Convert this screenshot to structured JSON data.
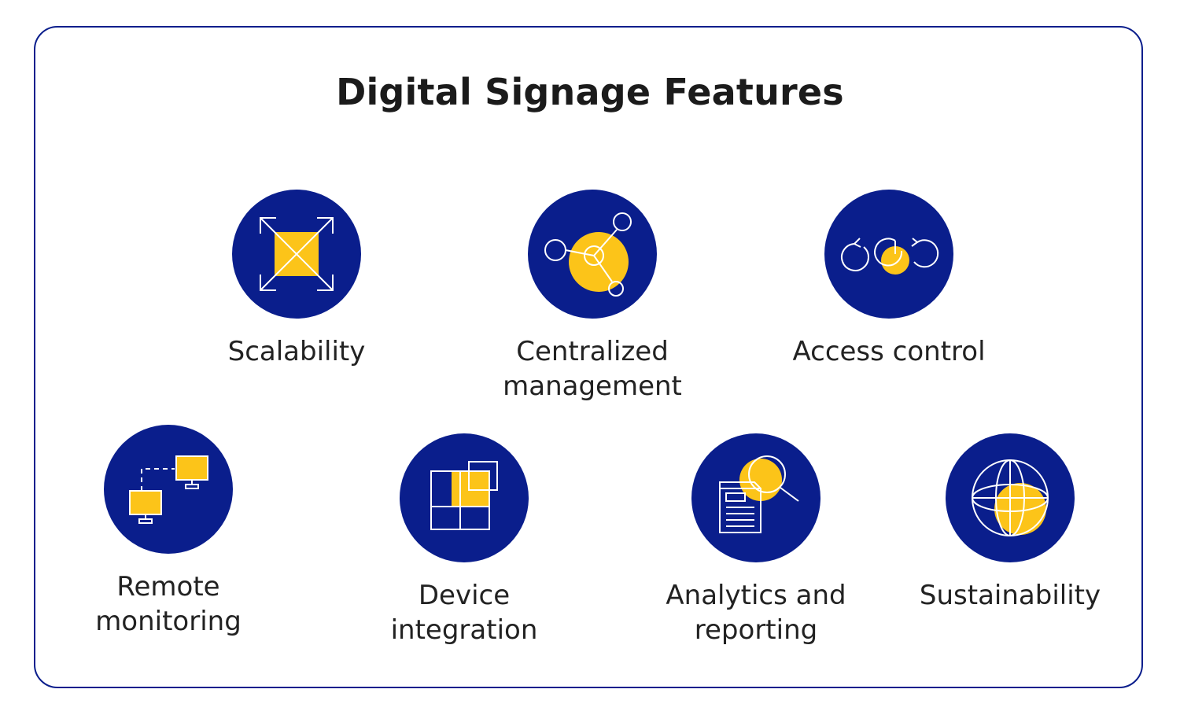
{
  "title": "Digital Signage Features",
  "colors": {
    "circle": "#0a1e8c",
    "accent": "#fcc419",
    "line": "#ffffff",
    "border": "#0a1e8c"
  },
  "features": [
    {
      "label": "Scalability",
      "icon": "expand-arrows-icon"
    },
    {
      "label": "Centralized\nmanagement",
      "icon": "network-nodes-icon"
    },
    {
      "label": "Access control",
      "icon": "rotating-circles-icon"
    },
    {
      "label": "Remote\nmonitoring",
      "icon": "connected-monitors-icon"
    },
    {
      "label": "Device\nintegration",
      "icon": "grid-overlay-icon"
    },
    {
      "label": "Analytics and\nreporting",
      "icon": "report-magnifier-icon"
    },
    {
      "label": "Sustainability",
      "icon": "globe-icon"
    }
  ]
}
